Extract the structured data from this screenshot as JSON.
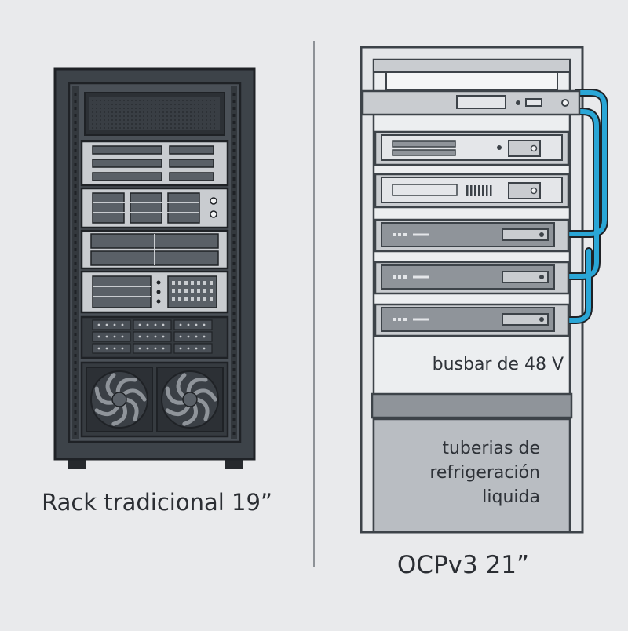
{
  "left_rack": {
    "label": "Rack tradicional 19”"
  },
  "right_rack": {
    "label": "OCPv3 21”",
    "busbar_label": "busbar de 48 V",
    "pipes_label": "tuberias de refrigeración liquida"
  },
  "colors": {
    "background": "#e9eaec",
    "rack_dark": "#3d4349",
    "rack_light": "#c9ccd0",
    "coolant_pipe": "#2aa6d6",
    "text": "#2b2e33"
  }
}
